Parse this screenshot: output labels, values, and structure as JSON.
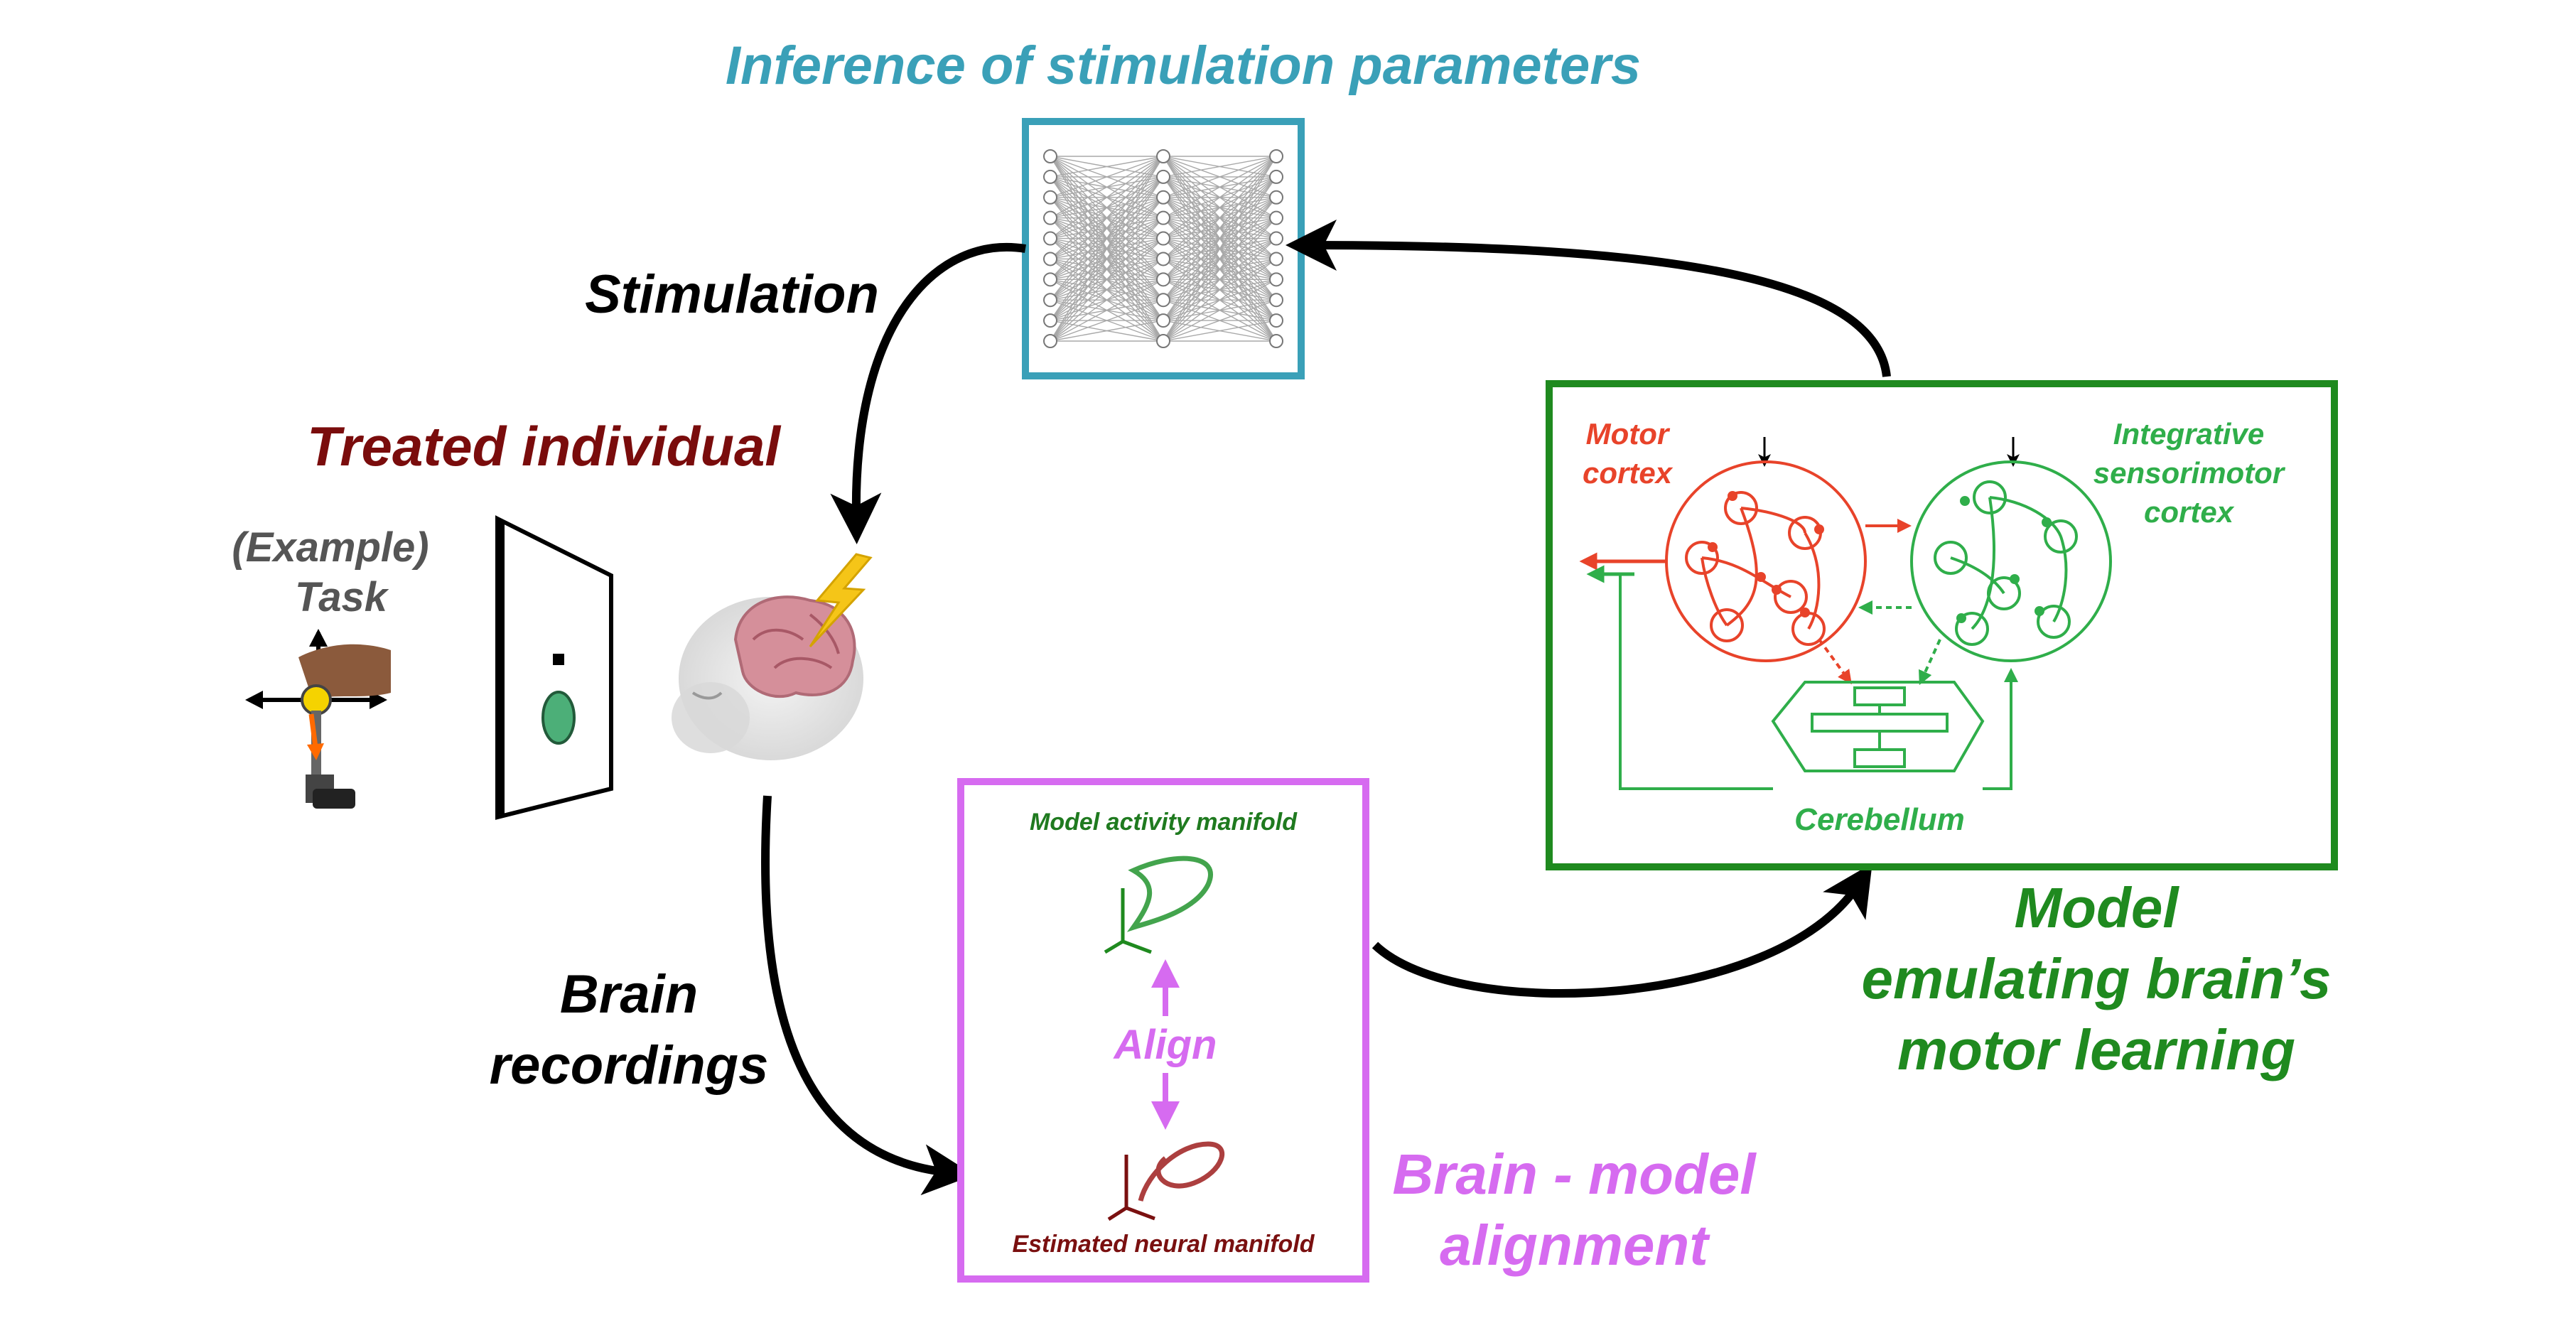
{
  "labels": {
    "inference_title": "Inference of stimulation parameters",
    "stimulation": "Stimulation",
    "treated_individual": "Treated individual",
    "example_task_line1": "(Example)",
    "example_task_line2": "Task",
    "brain_recordings_line1": "Brain",
    "brain_recordings_line2": "recordings",
    "model_activity_manifold": "Model activity manifold",
    "align": "Align",
    "estimated_neural_manifold": "Estimated neural manifold",
    "alignment_line1": "Brain - model",
    "alignment_line2": "alignment",
    "motor_cortex_line1": "Motor",
    "motor_cortex_line2": "cortex",
    "integrative_line1": "Integrative",
    "integrative_line2": "sensorimotor",
    "integrative_line3": "cortex",
    "cerebellum": "Cerebellum",
    "model_line1": "Model",
    "model_line2": "emulating brain’s",
    "model_line3": "motor learning"
  },
  "colors": {
    "inference_blue": "#3aa0b8",
    "treated_red": "#7a0c0c",
    "task_gray": "#555555",
    "alignment_magenta": "#d66bf0",
    "model_green": "#1f8a1f",
    "bright_green": "#2fae4a",
    "motor_red": "#e8432a",
    "neural_darkred": "#8b1a1a",
    "arrow_black": "#000000"
  },
  "icons": [
    "neural-network-icon",
    "joystick-icon",
    "screen-icon",
    "brain-icon",
    "lightning-icon",
    "manifold-icon"
  ]
}
